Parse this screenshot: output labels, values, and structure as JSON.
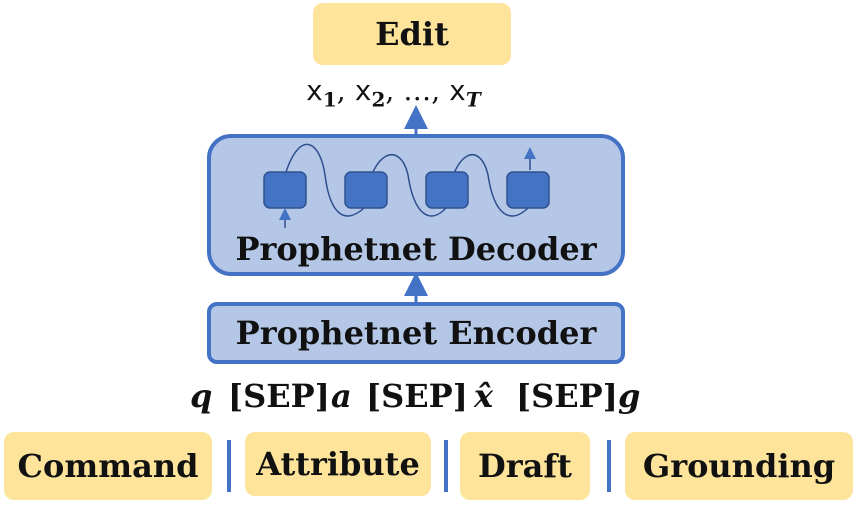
{
  "output": {
    "label": "Edit"
  },
  "sequence": {
    "x1": "x",
    "x1_sub": "1",
    "x2": "x",
    "x2_sub": "2",
    "ellipsis": "…",
    "xT": "x",
    "xT_sub": "T",
    "sep": ","
  },
  "decoder": {
    "label": "Prophetnet Decoder"
  },
  "encoder": {
    "label": "Prophetnet Encoder"
  },
  "inputs": {
    "q": "q",
    "a": "a",
    "x_hat": "x̂",
    "g": "g",
    "sep_token": "[SEP]"
  },
  "segments": [
    {
      "label": "Command"
    },
    {
      "label": "Attribute"
    },
    {
      "label": "Draft"
    },
    {
      "label": "Grounding"
    }
  ],
  "colors": {
    "yellow": "#fde49a",
    "blue_fill": "#b4c7e7",
    "blue_stroke": "#4472c4",
    "cell_fill": "#4472c4"
  }
}
